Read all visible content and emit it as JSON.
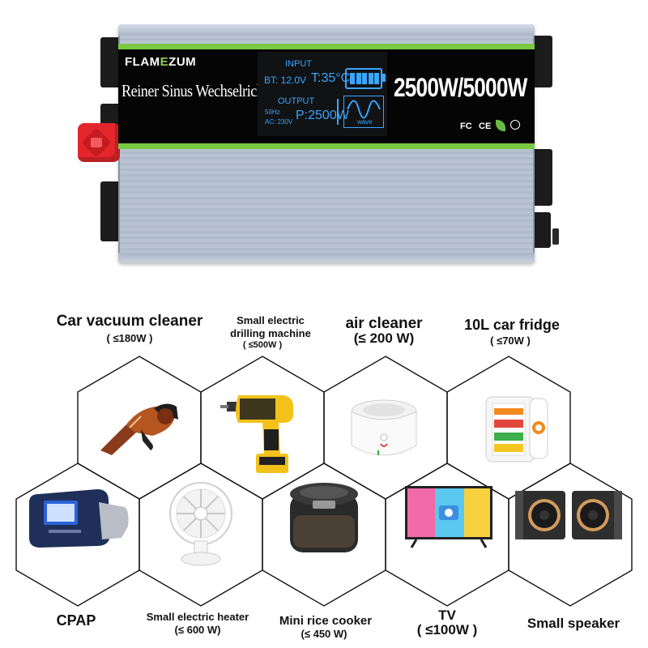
{
  "inverter": {
    "brand_main": "FLAM",
    "brand_accent": "E",
    "brand_tail": "ZUM",
    "product_name": "Reiner Sinus Wechselrichter",
    "display": {
      "input_label": "INPUT",
      "bt_reading": "BT: 12.0V",
      "temperature": "T:35°C",
      "output_label": "OUTPUT",
      "frequency": "50Hz",
      "ac_voltage": "AC: 230V",
      "power": "P:2500W",
      "wave_label": "wave",
      "battery_level_bars": 5
    },
    "rating": "2500W/5000W",
    "certifications": [
      "FC",
      "CE"
    ],
    "colors": {
      "band": "#050505",
      "accent_green": "#7ac943",
      "lcd_blue": "#3aa6ff",
      "terminal_red": "#e3262b",
      "casing": "#b9c3d2"
    }
  },
  "appliances": [
    {
      "name": "Car vacuum cleaner",
      "watts": "( ≤180W )",
      "icon": "car-vacuum-icon"
    },
    {
      "name_line1": "Small electric",
      "name_line2": "drilling machine",
      "watts": "( ≤500W )",
      "icon": "drill-icon"
    },
    {
      "name": "air cleaner",
      "watts": "(≤ 200 W)",
      "icon": "air-purifier-icon"
    },
    {
      "name": "10L car fridge",
      "watts": "( ≤70W )",
      "icon": "mini-fridge-icon"
    },
    {
      "name": "CPAP",
      "icon": "cpap-icon"
    },
    {
      "name": "Small electric heater",
      "watts": "(≤ 600 W)",
      "icon": "fan-heater-icon"
    },
    {
      "name": "Mini rice cooker",
      "watts": "(≤ 450 W)",
      "icon": "rice-cooker-icon"
    },
    {
      "name": "TV",
      "watts": "( ≤100W )",
      "icon": "tv-icon"
    },
    {
      "name": "Small speaker",
      "icon": "speaker-icon"
    }
  ]
}
